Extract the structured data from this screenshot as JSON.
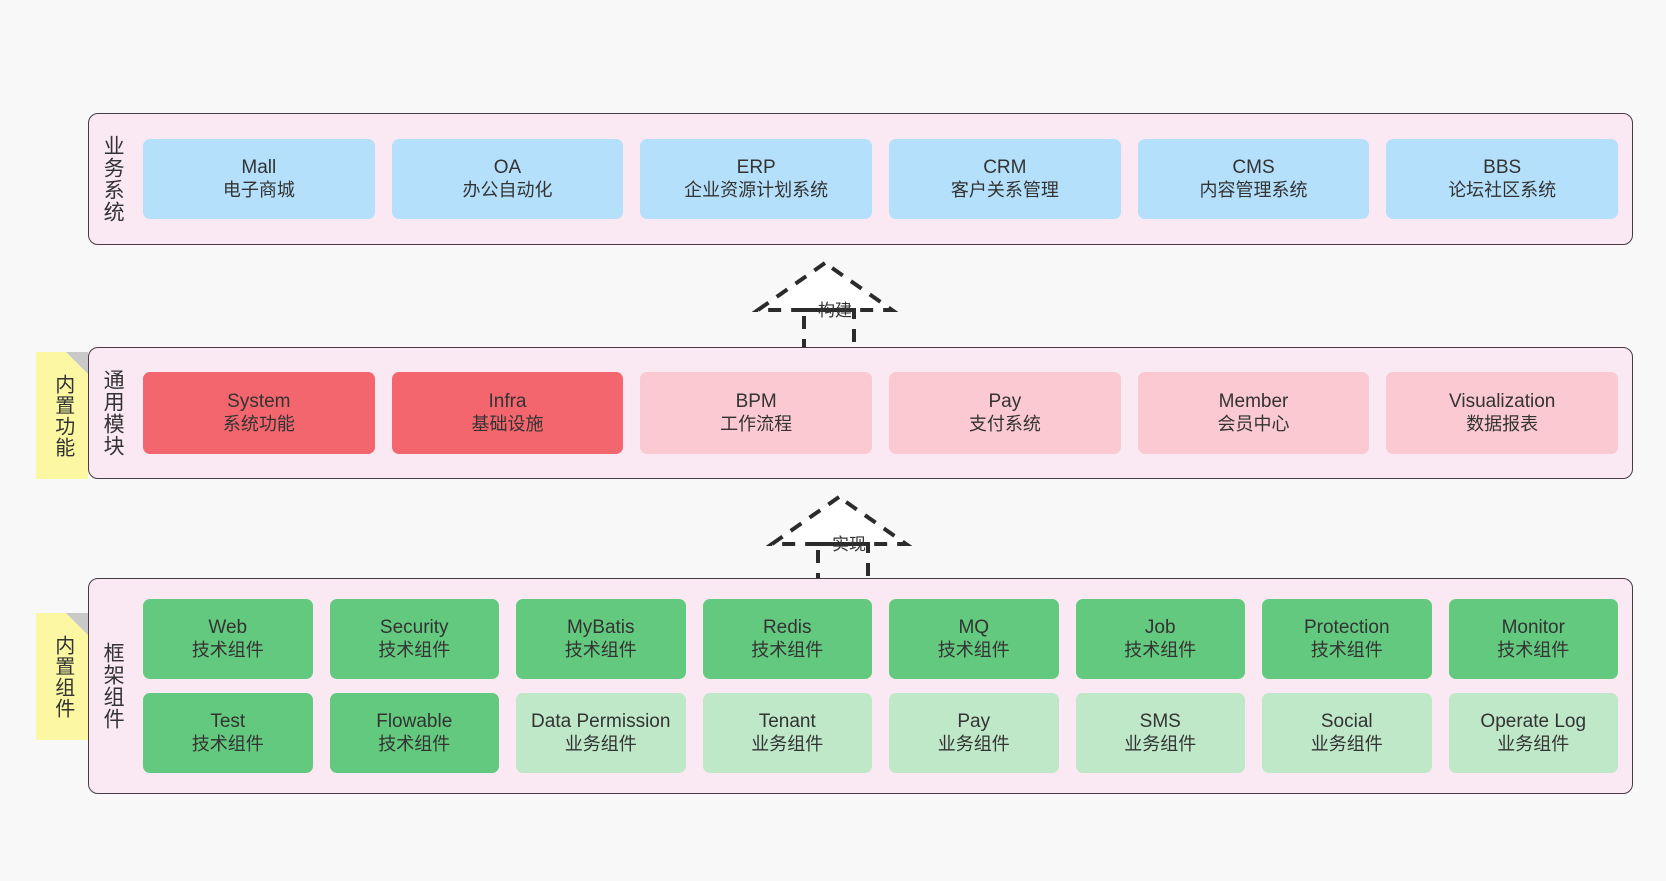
{
  "diagram": {
    "background_color": "#f8f8f8",
    "band_fill": "#fae9f3",
    "band_border": "#4a3a46",
    "note_fill": "#fbf7a3",
    "note_fold": "#c9c9c9"
  },
  "bands": [
    {
      "id": "business-systems",
      "title": "业务系统",
      "accent": "#b5e0fb",
      "rows": [
        [
          {
            "name": "Mall",
            "desc": "电子商城",
            "style": "blue"
          },
          {
            "name": "OA",
            "desc": "办公自动化",
            "style": "blue"
          },
          {
            "name": "ERP",
            "desc": "企业资源计划系统",
            "style": "blue"
          },
          {
            "name": "CRM",
            "desc": "客户关系管理",
            "style": "blue"
          },
          {
            "name": "CMS",
            "desc": "内容管理系统",
            "style": "blue"
          },
          {
            "name": "BBS",
            "desc": "论坛社区系统",
            "style": "blue"
          }
        ]
      ]
    },
    {
      "id": "common-modules",
      "title": "通用模块",
      "note": "内置功能",
      "accent": "#f4666e",
      "rows": [
        [
          {
            "name": "System",
            "desc": "系统功能",
            "style": "red"
          },
          {
            "name": "Infra",
            "desc": "基础设施",
            "style": "red"
          },
          {
            "name": "BPM",
            "desc": "工作流程",
            "style": "pink"
          },
          {
            "name": "Pay",
            "desc": "支付系统",
            "style": "pink"
          },
          {
            "name": "Member",
            "desc": "会员中心",
            "style": "pink"
          },
          {
            "name": "Visualization",
            "desc": "数据报表",
            "style": "pink"
          }
        ]
      ]
    },
    {
      "id": "framework-components",
      "title": "框架组件",
      "note": "内置组件",
      "accent": "#63c97e",
      "rows": [
        [
          {
            "name": "Web",
            "desc": "技术组件",
            "style": "green"
          },
          {
            "name": "Security",
            "desc": "技术组件",
            "style": "green"
          },
          {
            "name": "MyBatis",
            "desc": "技术组件",
            "style": "green"
          },
          {
            "name": "Redis",
            "desc": "技术组件",
            "style": "green"
          },
          {
            "name": "MQ",
            "desc": "技术组件",
            "style": "green"
          },
          {
            "name": "Job",
            "desc": "技术组件",
            "style": "green"
          },
          {
            "name": "Protection",
            "desc": "技术组件",
            "style": "green"
          },
          {
            "name": "Monitor",
            "desc": "技术组件",
            "style": "green"
          }
        ],
        [
          {
            "name": "Test",
            "desc": "技术组件",
            "style": "green"
          },
          {
            "name": "Flowable",
            "desc": "技术组件",
            "style": "green"
          },
          {
            "name": "Data Permission",
            "desc": "业务组件",
            "style": "lgreen"
          },
          {
            "name": "Tenant",
            "desc": "业务组件",
            "style": "lgreen"
          },
          {
            "name": "Pay",
            "desc": "业务组件",
            "style": "lgreen"
          },
          {
            "name": "SMS",
            "desc": "业务组件",
            "style": "lgreen"
          },
          {
            "name": "Social",
            "desc": "业务组件",
            "style": "lgreen"
          },
          {
            "name": "Operate Log",
            "desc": "业务组件",
            "style": "lgreen"
          }
        ]
      ]
    }
  ],
  "connectors": [
    {
      "id": "build",
      "label": "构建"
    },
    {
      "id": "implement",
      "label": "实现"
    }
  ]
}
